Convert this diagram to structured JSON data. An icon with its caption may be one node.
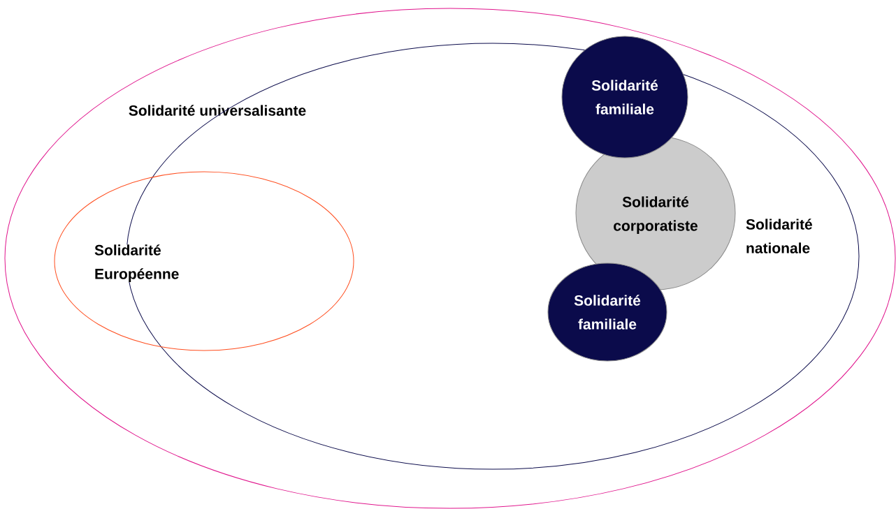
{
  "diagram": {
    "nodes": [
      {
        "text": [
          "Solidarité universalisante"
        ]
      },
      {
        "text": [
          "Solidarité nationale"
        ],
        "in": 0
      },
      {
        "text": [
          "Solidarité Européenne"
        ],
        "in": 0
      },
      {
        "text": [
          "Solidarité familiale"
        ],
        "in": 1
      },
      {
        "text": [
          "Solidarité corporatiste"
        ],
        "in": 1
      },
      {
        "text": [
          "Solidarité familiale"
        ],
        "in": 1
      }
    ]
  }
}
